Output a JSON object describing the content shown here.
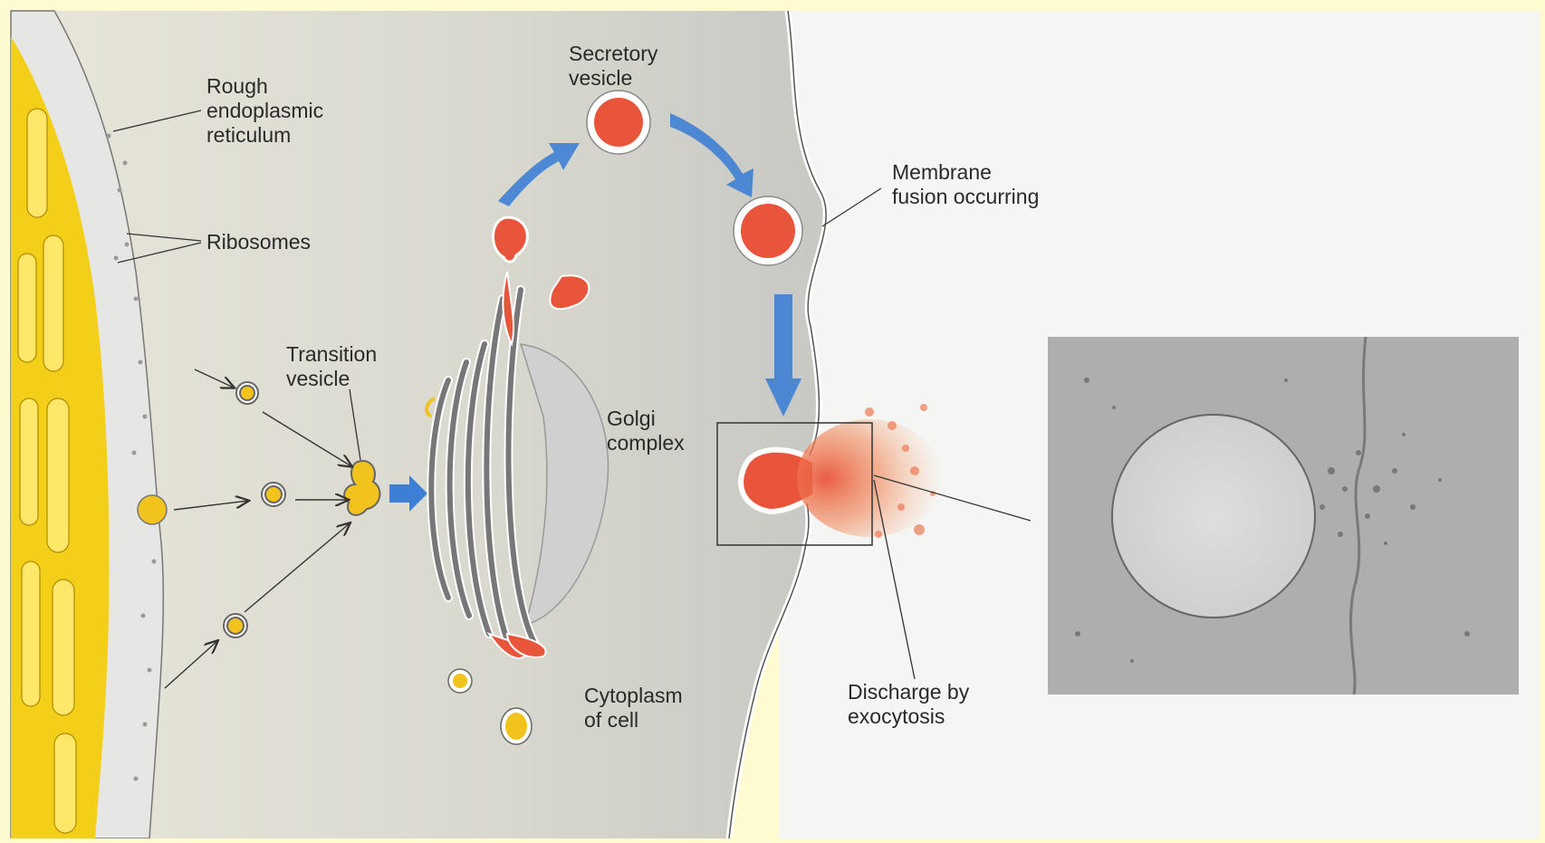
{
  "labels": {
    "rough_er": "Rough\nendoplasmic\nreticulum",
    "ribosomes": "Ribosomes",
    "transition_vesicle": "Transition\nvesicle",
    "secretory_vesicle": "Secretory\nvesicle",
    "membrane_fusion": "Membrane\nfusion occurring",
    "golgi_complex": "Golgi\ncomplex",
    "cytoplasm": "Cytoplasm\nof cell",
    "discharge": "Discharge by\nexocytosis"
  },
  "colors": {
    "frame": "#fffbd0",
    "cytoplasm": "#d7d6cc",
    "er_membrane": "#e6e6e4",
    "er_lumen": "#f3cf1a",
    "vesicle_yellow": "#f2c21d",
    "vesicle_red": "#e9553a",
    "arrow_blue": "#3d7fd4",
    "micrograph": "#bdbdbd"
  }
}
